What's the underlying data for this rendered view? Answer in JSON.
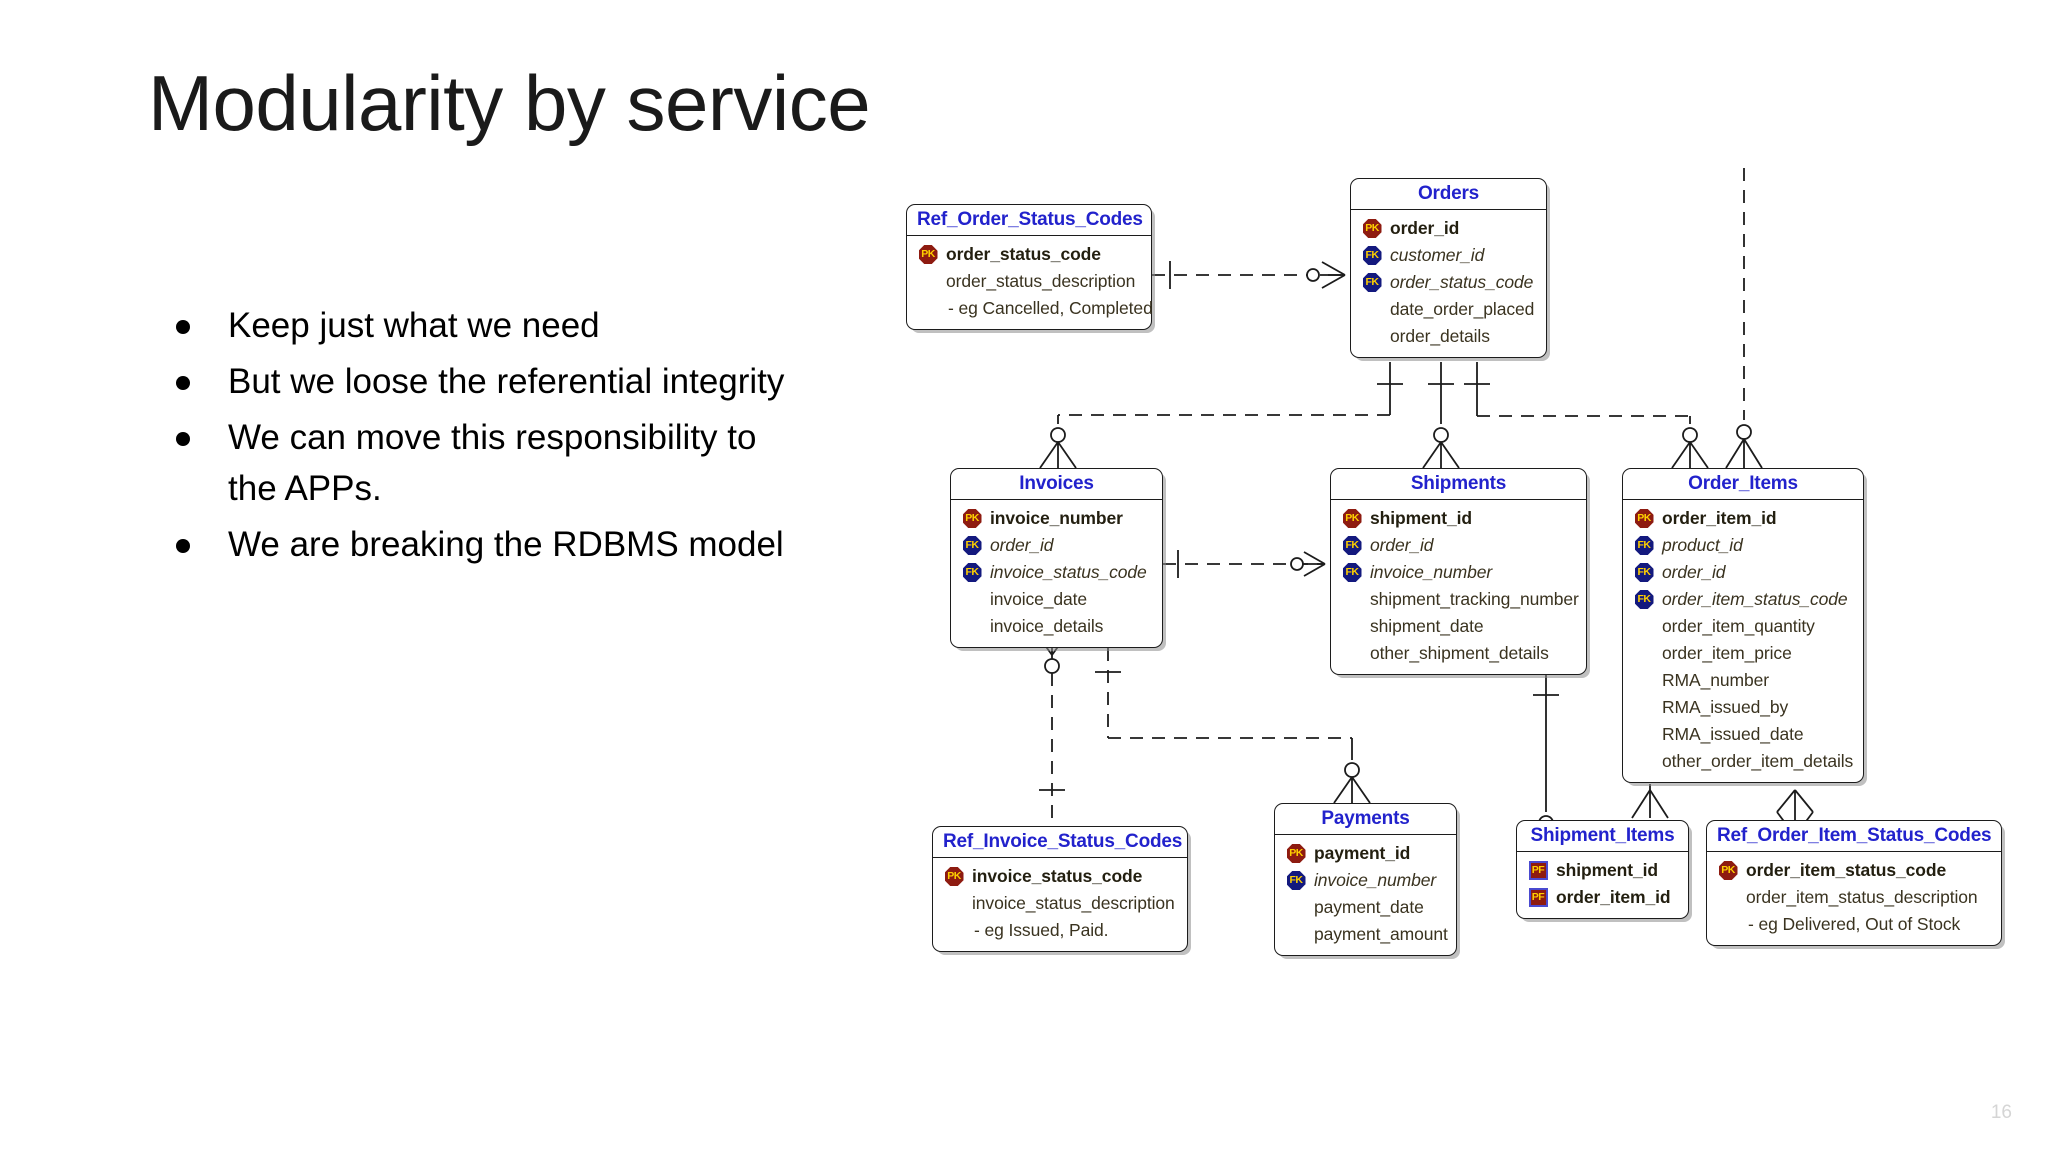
{
  "slide": {
    "title": "Modularity by service",
    "page_number": "16",
    "bullets": [
      "Keep just what we need",
      "But we loose the referential integrity",
      "We can move this responsibility to the APPs.",
      "We are breaking the RDBMS model"
    ]
  },
  "colors": {
    "entity_title": "#2222cc",
    "pk_badge": "#8e1b10",
    "fk_badge": "#13197e",
    "badge_text": "#ffd000",
    "line": "#1c1c1c",
    "page_number": "#d5d5d5"
  },
  "diagram": {
    "type": "entity-relationship-diagram",
    "notation": "crows-foot",
    "entities": [
      {
        "id": "ref_order_status_codes",
        "name": "Ref_Order_Status_Codes",
        "fields": [
          {
            "key": "PK",
            "name": "order_status_code"
          },
          {
            "key": "",
            "name": "order_status_description"
          },
          {
            "key": "",
            "name": "- eg Cancelled, Completed"
          }
        ]
      },
      {
        "id": "orders",
        "name": "Orders",
        "fields": [
          {
            "key": "PK",
            "name": "order_id"
          },
          {
            "key": "FK",
            "name": "customer_id"
          },
          {
            "key": "FK",
            "name": "order_status_code"
          },
          {
            "key": "",
            "name": "date_order_placed"
          },
          {
            "key": "",
            "name": "order_details"
          }
        ]
      },
      {
        "id": "invoices",
        "name": "Invoices",
        "fields": [
          {
            "key": "PK",
            "name": "invoice_number"
          },
          {
            "key": "FK",
            "name": "order_id"
          },
          {
            "key": "FK",
            "name": "invoice_status_code"
          },
          {
            "key": "",
            "name": "invoice_date"
          },
          {
            "key": "",
            "name": "invoice_details"
          }
        ]
      },
      {
        "id": "shipments",
        "name": "Shipments",
        "fields": [
          {
            "key": "PK",
            "name": "shipment_id"
          },
          {
            "key": "FK",
            "name": "order_id"
          },
          {
            "key": "FK",
            "name": "invoice_number"
          },
          {
            "key": "",
            "name": "shipment_tracking_number"
          },
          {
            "key": "",
            "name": "shipment_date"
          },
          {
            "key": "",
            "name": "other_shipment_details"
          }
        ]
      },
      {
        "id": "order_items",
        "name": "Order_Items",
        "fields": [
          {
            "key": "PK",
            "name": "order_item_id"
          },
          {
            "key": "FK",
            "name": "product_id"
          },
          {
            "key": "FK",
            "name": "order_id"
          },
          {
            "key": "FK",
            "name": "order_item_status_code"
          },
          {
            "key": "",
            "name": "order_item_quantity"
          },
          {
            "key": "",
            "name": "order_item_price"
          },
          {
            "key": "",
            "name": "RMA_number"
          },
          {
            "key": "",
            "name": "RMA_issued_by"
          },
          {
            "key": "",
            "name": "RMA_issued_date"
          },
          {
            "key": "",
            "name": "other_order_item_details"
          }
        ]
      },
      {
        "id": "ref_invoice_status_codes",
        "name": "Ref_Invoice_Status_Codes",
        "fields": [
          {
            "key": "PK",
            "name": "invoice_status_code"
          },
          {
            "key": "",
            "name": "invoice_status_description"
          },
          {
            "key": "",
            "name": "- eg Issued, Paid."
          }
        ]
      },
      {
        "id": "payments",
        "name": "Payments",
        "fields": [
          {
            "key": "PK",
            "name": "payment_id"
          },
          {
            "key": "FK",
            "name": "invoice_number"
          },
          {
            "key": "",
            "name": "payment_date"
          },
          {
            "key": "",
            "name": "payment_amount"
          }
        ]
      },
      {
        "id": "shipment_items",
        "name": "Shipment_Items",
        "fields": [
          {
            "key": "PF",
            "name": "shipment_id"
          },
          {
            "key": "PF",
            "name": "order_item_id"
          }
        ]
      },
      {
        "id": "ref_order_item_status_codes",
        "name": "Ref_Order_Item_Status_Codes",
        "fields": [
          {
            "key": "PK",
            "name": "order_item_status_code"
          },
          {
            "key": "",
            "name": "order_item_status_description"
          },
          {
            "key": "",
            "name": "- eg Delivered, Out of Stock"
          }
        ]
      }
    ],
    "relationships": [
      {
        "from": "ref_order_status_codes",
        "to": "orders",
        "style": "dashed",
        "from_card": "one",
        "to_card": "zero-or-many"
      },
      {
        "from": "ref_invoice_status_codes",
        "to": "invoices",
        "style": "dashed",
        "from_card": "one",
        "to_card": "zero-or-many"
      },
      {
        "from": "invoices",
        "to": "shipments",
        "style": "dashed",
        "from_card": "one",
        "to_card": "zero-or-many"
      },
      {
        "from": "orders",
        "to": "invoices",
        "style": "dashed",
        "from_card": "one",
        "to_card": "zero-or-many"
      },
      {
        "from": "orders",
        "to": "shipments",
        "style": "dashed",
        "from_card": "one",
        "to_card": "zero-or-many"
      },
      {
        "from": "orders",
        "to": "order_items",
        "style": "dashed",
        "from_card": "one",
        "to_card": "zero-or-many"
      },
      {
        "from": "invoices",
        "to": "payments",
        "style": "dashed",
        "from_card": "one",
        "to_card": "zero-or-many"
      },
      {
        "from": "shipments",
        "to": "shipment_items",
        "style": "solid",
        "from_card": "one",
        "to_card": "zero-or-many"
      },
      {
        "from": "order_items",
        "to": "shipment_items",
        "style": "solid",
        "from_card": "one",
        "to_card": "one-or-many"
      },
      {
        "from": "ref_order_item_status_codes",
        "to": "order_items",
        "style": "solid",
        "from_card": "one",
        "to_card": "zero-or-many"
      }
    ]
  }
}
